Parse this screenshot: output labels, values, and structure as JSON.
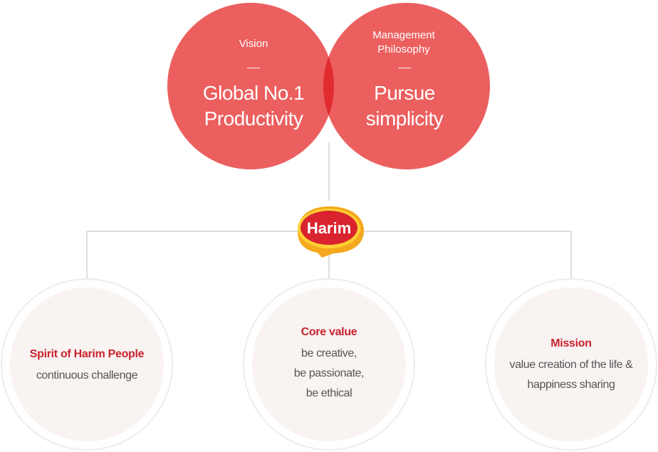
{
  "vision": {
    "label": "Vision",
    "title_line1": "Global No.1",
    "title_line2": "Productivity"
  },
  "philosophy": {
    "label_line1": "Management",
    "label_line2": "Philosophy",
    "title_line1": "Pursue",
    "title_line2": "simplicity"
  },
  "logo": {
    "text": "Harim"
  },
  "spirit": {
    "title": "Spirit of Harim People",
    "body_line1": "continuous challenge"
  },
  "core": {
    "title": "Core value",
    "body_line1": "be creative,",
    "body_line2": "be passionate,",
    "body_line3": "be ethical"
  },
  "mission": {
    "title": "Mission",
    "body_line1": "value creation of the life &",
    "body_line2": "happiness sharing"
  },
  "colors": {
    "circle_red": "#ec5f5f",
    "overlap_red": "#e02b30",
    "title_red": "#c9232e",
    "connector_gray": "#dddddd",
    "soft_circle": "#f9f3f2"
  }
}
